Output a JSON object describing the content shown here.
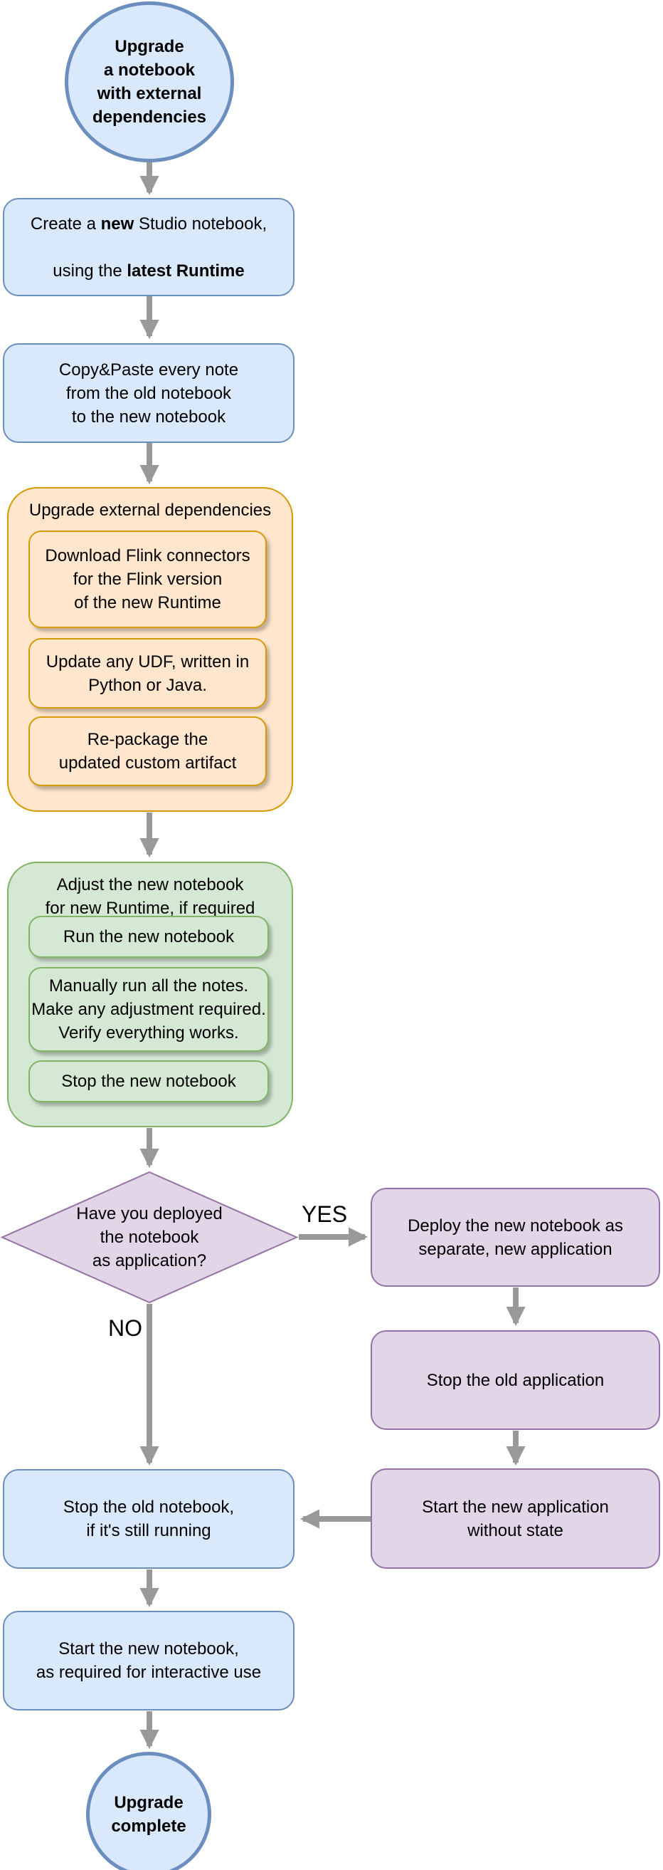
{
  "diagram": {
    "start_circle": {
      "label": "Upgrade\na notebook\nwith external\ndependencies"
    },
    "create_box": {
      "line1_pre": "Create a ",
      "line1_bold": "new",
      "line1_post": " Studio notebook,",
      "line2_pre": "using the ",
      "line2_bold": "latest Runtime"
    },
    "copy_box": {
      "label": "Copy&Paste every note\nfrom the old notebook\nto the new notebook"
    },
    "upgrade_group": {
      "title": "Upgrade external dependencies",
      "steps": [
        {
          "label": "Download Flink connectors\nfor the Flink version\nof the new Runtime"
        },
        {
          "label": "Update any UDF, written in\nPython or Java."
        },
        {
          "label": "Re-package the\nupdated custom artifact"
        }
      ]
    },
    "adjust_group": {
      "title": "Adjust the new notebook\nfor new Runtime, if required",
      "steps": [
        {
          "label": "Run the new notebook"
        },
        {
          "label": "Manually run all the notes.\nMake any adjustment required.\nVerify everything works."
        },
        {
          "label": "Stop the new notebook"
        }
      ]
    },
    "decision": {
      "label": "Have you deployed\nthe notebook\nas application?",
      "yes_label": "YES",
      "no_label": "NO"
    },
    "deploy_box": {
      "label": "Deploy the new notebook as\nseparate, new application"
    },
    "stop_app_box": {
      "label": "Stop the old application"
    },
    "start_app_box": {
      "label": "Start the new application\nwithout state"
    },
    "stop_notebook_box": {
      "label": "Stop the old notebook,\nif it's still running"
    },
    "start_notebook_box": {
      "label": "Start the new notebook,\nas required for interactive use"
    },
    "end_circle": {
      "label": "Upgrade\ncomplete"
    },
    "colors": {
      "blue_fill": "#dae8fc",
      "blue_stroke": "#6c8ebf",
      "orange_fill": "#ffe6cc",
      "orange_stroke": "#d79b00",
      "green_fill": "#d5e8d4",
      "green_stroke": "#82b366",
      "purple_fill": "#e1d5e7",
      "purple_stroke": "#9673a6",
      "arrow": "#999999"
    }
  }
}
